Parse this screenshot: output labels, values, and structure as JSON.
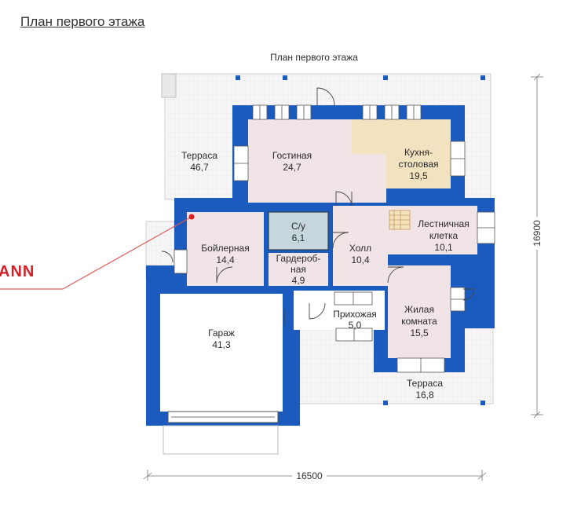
{
  "page": {
    "title": "План первого этажа",
    "plan_caption": "План первого этажа",
    "brand_fragment": "ANN"
  },
  "dimensions": {
    "width": "16500",
    "height": "16900"
  },
  "rooms": [
    {
      "id": "terrace-large",
      "name": "Терраса",
      "area": "46,7"
    },
    {
      "id": "living",
      "name": "Гостиная",
      "area": "24,7"
    },
    {
      "id": "kitchen",
      "name_lines": [
        "Кухня-",
        "столовая"
      ],
      "area": "19,5"
    },
    {
      "id": "bathroom",
      "name": "С/у",
      "area": "6,1"
    },
    {
      "id": "boiler",
      "name": "Бойлерная",
      "area": "14,4"
    },
    {
      "id": "wardrobe",
      "name_lines": [
        "Гардероб-",
        "ная"
      ],
      "area": "4,9"
    },
    {
      "id": "hall",
      "name": "Холл",
      "area": "10,4"
    },
    {
      "id": "stairs",
      "name_lines": [
        "Лестничная",
        "клетка"
      ],
      "area": "10,1"
    },
    {
      "id": "garage",
      "name": "Гараж",
      "area": "41,3"
    },
    {
      "id": "entrance",
      "name": "Прихожая",
      "area": "5,0"
    },
    {
      "id": "bedroom",
      "name_lines": [
        "Жилая",
        "комната"
      ],
      "area": "15,5"
    },
    {
      "id": "terrace-small",
      "name": "Терраса",
      "area": "16,8"
    }
  ],
  "colors": {
    "wall": "#1a5bbd",
    "room_fill": "#f0e4e6",
    "kitchen_fill": "#f2e2c0",
    "bath_fill": "#c5d6dc",
    "garage_fill": "#ffffff",
    "terrace_fill": "#f4f4f4",
    "brand_red": "#d41f26"
  }
}
